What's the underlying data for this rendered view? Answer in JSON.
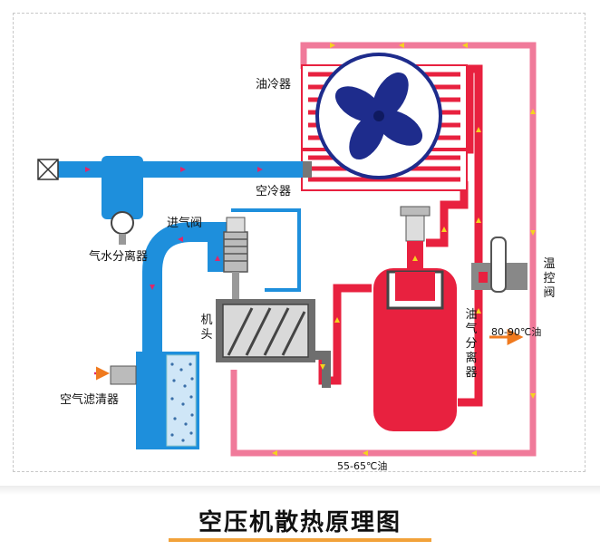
{
  "title": "空压机散热原理图",
  "labels": {
    "oil_cooler": "油冷器",
    "air_cooler": "空冷器",
    "intake_valve": "进气阀",
    "water_separator": "气水分离器",
    "air_end": "机头",
    "air_filter": "空气滤清器",
    "oil_gas_separator": "油气分离器",
    "thermo_valve": "温控阀",
    "hot_oil": "80-90℃油",
    "cool_oil": "55-65℃油"
  },
  "colors": {
    "hot_oil": "#e8213f",
    "cool_oil": "#f07a9a",
    "air_pipe": "#1e8fdc",
    "fan": "#1e2c8c",
    "flow_arrow": "#f5d31e",
    "accent_underline": "#f2a23a"
  }
}
